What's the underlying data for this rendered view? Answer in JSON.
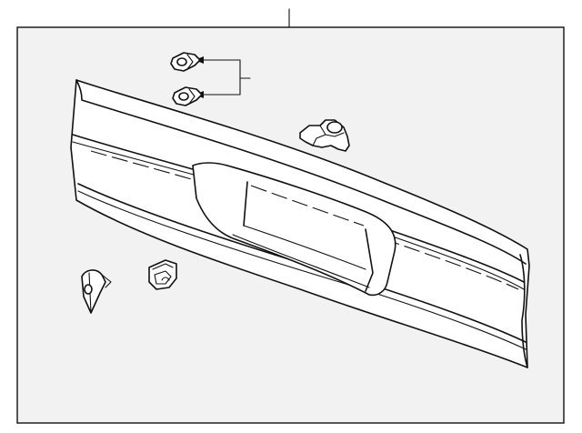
{
  "diagram": {
    "frame_fill": "#f2f2f2",
    "line_color": "#111111",
    "part_fill": "#ffffff",
    "parts": [
      {
        "name": "rear-garnish-panel",
        "shape": "long curved molding with handle recess"
      },
      {
        "name": "clip-upper",
        "shape": "grommet clip"
      },
      {
        "name": "clip-lower",
        "shape": "grommet clip"
      },
      {
        "name": "license-lamp-bracket",
        "shape": "mounting bracket"
      },
      {
        "name": "push-nut",
        "shape": "square retainer"
      },
      {
        "name": "side-retainer",
        "shape": "teardrop retainer"
      }
    ]
  }
}
